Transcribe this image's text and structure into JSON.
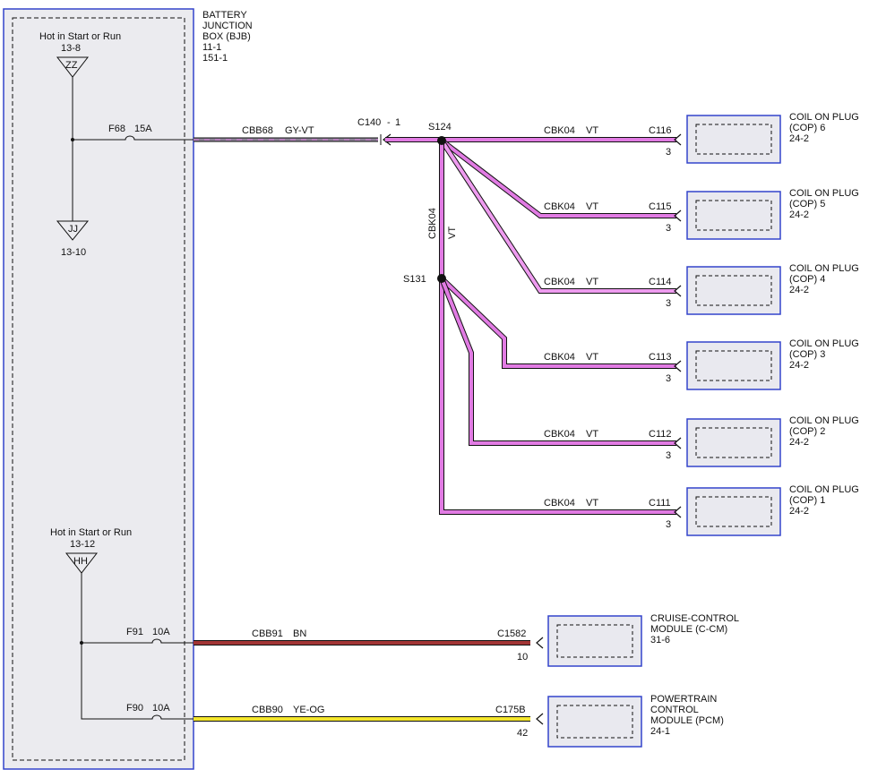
{
  "bjb": {
    "title_lines": [
      "BATTERY",
      "JUNCTION",
      "BOX (BJB)",
      "11-1",
      "151-1"
    ],
    "hot1": {
      "label": "Hot in Start or Run",
      "ref": "13-8",
      "tag": "ZZ"
    },
    "ground": {
      "tag": "JJ",
      "ref": "13-10"
    },
    "hot2": {
      "label": "Hot in Start or Run",
      "ref": "13-12",
      "tag": "HH"
    },
    "fuses": [
      {
        "name": "F68",
        "rating": "15A"
      },
      {
        "name": "F91",
        "rating": "10A"
      },
      {
        "name": "F90",
        "rating": "10A"
      }
    ]
  },
  "wires": {
    "cbb68": {
      "circuit": "CBB68",
      "color": "GY-VT"
    },
    "connector_c140": "C140",
    "c140_pin": "1",
    "splice_s124": "S124",
    "splice_s131": "S131",
    "vertical": {
      "circuit": "CBK04",
      "color": "VT"
    },
    "cbb91": {
      "circuit": "CBB91",
      "color": "BN"
    },
    "cbb90": {
      "circuit": "CBB90",
      "color": "YE-OG"
    }
  },
  "coils": [
    {
      "circuit": "CBK04",
      "color": "VT",
      "connector": "C116",
      "pin": "3",
      "name_lines": [
        "COIL ON PLUG",
        "(COP) 6",
        "24-2"
      ]
    },
    {
      "circuit": "CBK04",
      "color": "VT",
      "connector": "C115",
      "pin": "3",
      "name_lines": [
        "COIL ON PLUG",
        "(COP) 5",
        "24-2"
      ]
    },
    {
      "circuit": "CBK04",
      "color": "VT",
      "connector": "C114",
      "pin": "3",
      "name_lines": [
        "COIL ON PLUG",
        "(COP) 4",
        "24-2"
      ]
    },
    {
      "circuit": "CBK04",
      "color": "VT",
      "connector": "C113",
      "pin": "3",
      "name_lines": [
        "COIL ON PLUG",
        "(COP) 3",
        "24-2"
      ]
    },
    {
      "circuit": "CBK04",
      "color": "VT",
      "connector": "C112",
      "pin": "3",
      "name_lines": [
        "COIL ON PLUG",
        "(COP) 2",
        "24-2"
      ]
    },
    {
      "circuit": "CBK04",
      "color": "VT",
      "connector": "C111",
      "pin": "3",
      "name_lines": [
        "COIL ON PLUG",
        "(COP) 1",
        "24-2"
      ]
    }
  ],
  "modules": [
    {
      "connector": "C1582",
      "pin": "10",
      "name_lines": [
        "CRUISE-CONTROL",
        "MODULE (C-CM)",
        "31-6"
      ]
    },
    {
      "connector": "C175B",
      "pin": "42",
      "name_lines": [
        "POWERTRAIN",
        "CONTROL",
        "MODULE (PCM)",
        "24-1"
      ]
    }
  ],
  "colors": {
    "violet": "#e17be3",
    "violet_light": "#ee9bef",
    "gray_violet": "#8c8296",
    "brown": "#a23535",
    "yellow": "#f3e52c",
    "module_border": "#3344cc",
    "module_fill": "#e9e9ef"
  }
}
